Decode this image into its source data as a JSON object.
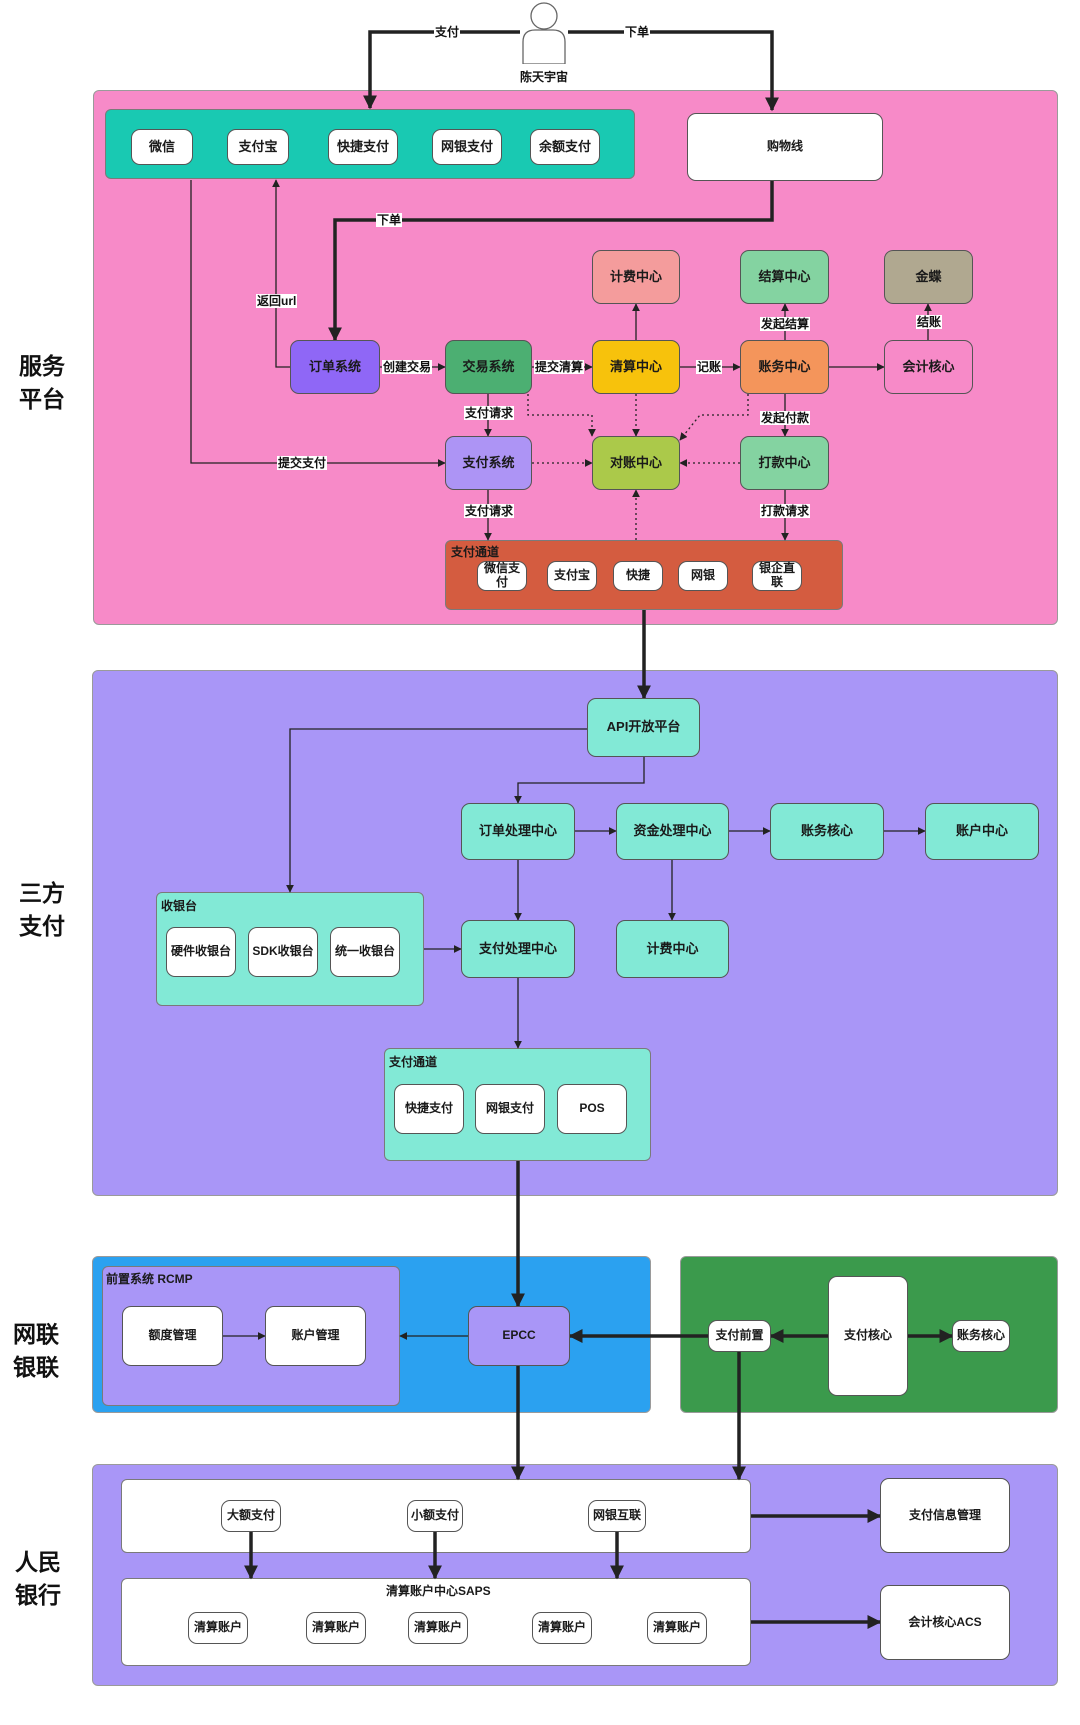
{
  "user": {
    "name": "陈天宇宙"
  },
  "sides": {
    "service": [
      "服务",
      "平台"
    ],
    "third": [
      "三方",
      "支付"
    ],
    "union": [
      "网联",
      "银联"
    ],
    "bank": [
      "人民",
      "银行"
    ]
  },
  "service": {
    "pay_methods": [
      "微信",
      "支付宝",
      "快捷支付",
      "网银支付",
      "余额支付"
    ],
    "cart": "购物线",
    "order": "订单系统",
    "trade": "交易系统",
    "clearing": "清算中心",
    "accounting": "账务中心",
    "account_core": "会计核心",
    "billing": "计费中心",
    "settlement": "结算中心",
    "treasury": "金蝶",
    "payment": "支付系统",
    "reconcile": "对账中心",
    "payout": "打款中心",
    "channel_title": "支付通道",
    "channels": [
      "微信支付",
      "支付宝",
      "快捷",
      "网银",
      "银企直联"
    ]
  },
  "edges": {
    "pay": "支付",
    "place_order_top": "下单",
    "place_order": "下单",
    "return_url": "返回url",
    "create_trade": "创建交易",
    "submit_clearing": "提交清算",
    "bookkeeping": "记账",
    "start_settlement": "发起结算",
    "close_account": "结账",
    "pay_request_1": "支付请求",
    "submit_pay": "提交支付",
    "start_payout": "发起付款",
    "pay_request_2": "支付请求",
    "payout_request": "打款请求"
  },
  "third": {
    "api": "API开放平台",
    "order_proc": "订单处理中心",
    "fund_proc": "资金处理中心",
    "acct_core": "账务核心",
    "acct_center": "账户中心",
    "cashier_title": "收银台",
    "cashiers": [
      "硬件收银台",
      "SDK收银台",
      "统一收银台"
    ],
    "pay_proc": "支付处理中心",
    "billing": "计费中心",
    "channel_title": "支付通道",
    "channels": [
      "快捷支付",
      "网银支付",
      "POS"
    ]
  },
  "union": {
    "rcmp_title": "前置系统 RCMP",
    "quota": "额度管理",
    "account_mgmt": "账户管理",
    "epcc": "EPCC",
    "pay_front": "支付前置",
    "pay_core": "支付核心",
    "acct_core": "账务核心"
  },
  "bank": {
    "systems": [
      "大额支付",
      "小额支付",
      "网银互联"
    ],
    "saps_title": "清算账户中心SAPS",
    "clearing_accounts": [
      "清算账户",
      "清算账户",
      "清算账户",
      "清算账户",
      "清算账户"
    ],
    "info_mgmt": "支付信息管理",
    "acs": "会计核心ACS"
  },
  "colors": {
    "service_bg": "#f78ac8",
    "third_bg": "#a996f7",
    "union_blue": "#2ba1f0",
    "union_green": "#3b9a4c",
    "bank_bg": "#a996f7",
    "pay_methods_bar": "#19c9b2",
    "order": "#8f67f6",
    "trade": "#4caf72",
    "clearing": "#f7c20c",
    "accounting": "#f4955b",
    "billing": "#f49c9c",
    "settlement": "#84d3a1",
    "treasury": "#b0a890",
    "payment": "#ad94f5",
    "reconcile": "#abc94a",
    "payout": "#84d3a1",
    "service_channel": "#d45c40",
    "teal_node": "#82e9d6",
    "epcc": "#a996f7",
    "rcmp": "#a996f7"
  },
  "icons": {
    "user": "person-icon"
  }
}
